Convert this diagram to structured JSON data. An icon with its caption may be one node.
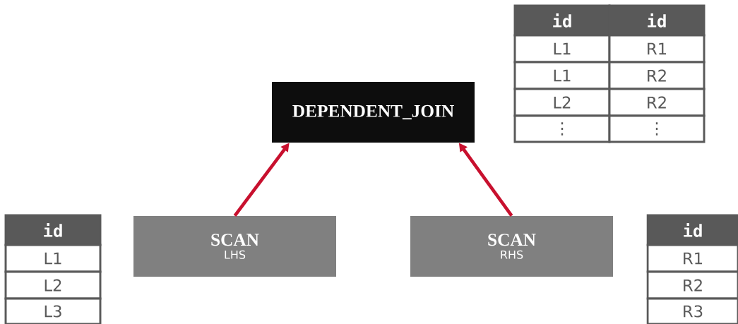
{
  "diagram": {
    "nodes": [
      {
        "text": [
          "DEPENDENT_JOIN"
        ]
      },
      {
        "text": [
          "SCAN",
          "LHS"
        ]
      },
      {
        "text": [
          "SCAN",
          "RHS"
        ]
      }
    ],
    "edges": [
      {
        "from": 1,
        "to": 0,
        "arrow": "to"
      },
      {
        "from": 2,
        "to": 0,
        "arrow": "to"
      }
    ],
    "labels": [
      "id",
      "id",
      "L1",
      "R1",
      "L1",
      "R2",
      "L2",
      "R2",
      "⋮",
      "⋮",
      "id",
      "L1",
      "L2",
      "L3",
      "id",
      "R1",
      "R2",
      "R3"
    ]
  }
}
